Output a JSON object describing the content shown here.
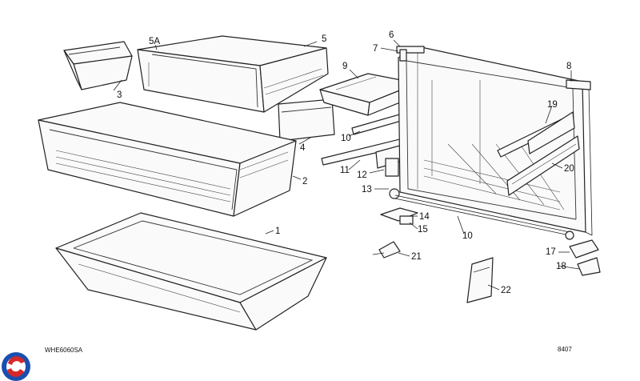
{
  "callouts": {
    "c1": "1",
    "c2": "2",
    "c3": "3",
    "c4": "4",
    "c5": "5",
    "c5a": "5A",
    "c6": "6",
    "c7": "7",
    "c8": "8",
    "c9": "9",
    "c10a": "10",
    "c10b": "10",
    "c11": "11",
    "c12": "12",
    "c13": "13",
    "c14": "14",
    "c15": "15",
    "c17": "17",
    "c18": "18",
    "c19": "19",
    "c20": "20",
    "c21": "21",
    "c22": "22"
  },
  "footer": {
    "model": "WHE6060SA",
    "code": "8407"
  },
  "colors": {
    "logo_blue": "#1a4fb0",
    "logo_red": "#d62828",
    "line": "#222222"
  },
  "icons": {
    "logo": "brand-logo-icon"
  }
}
